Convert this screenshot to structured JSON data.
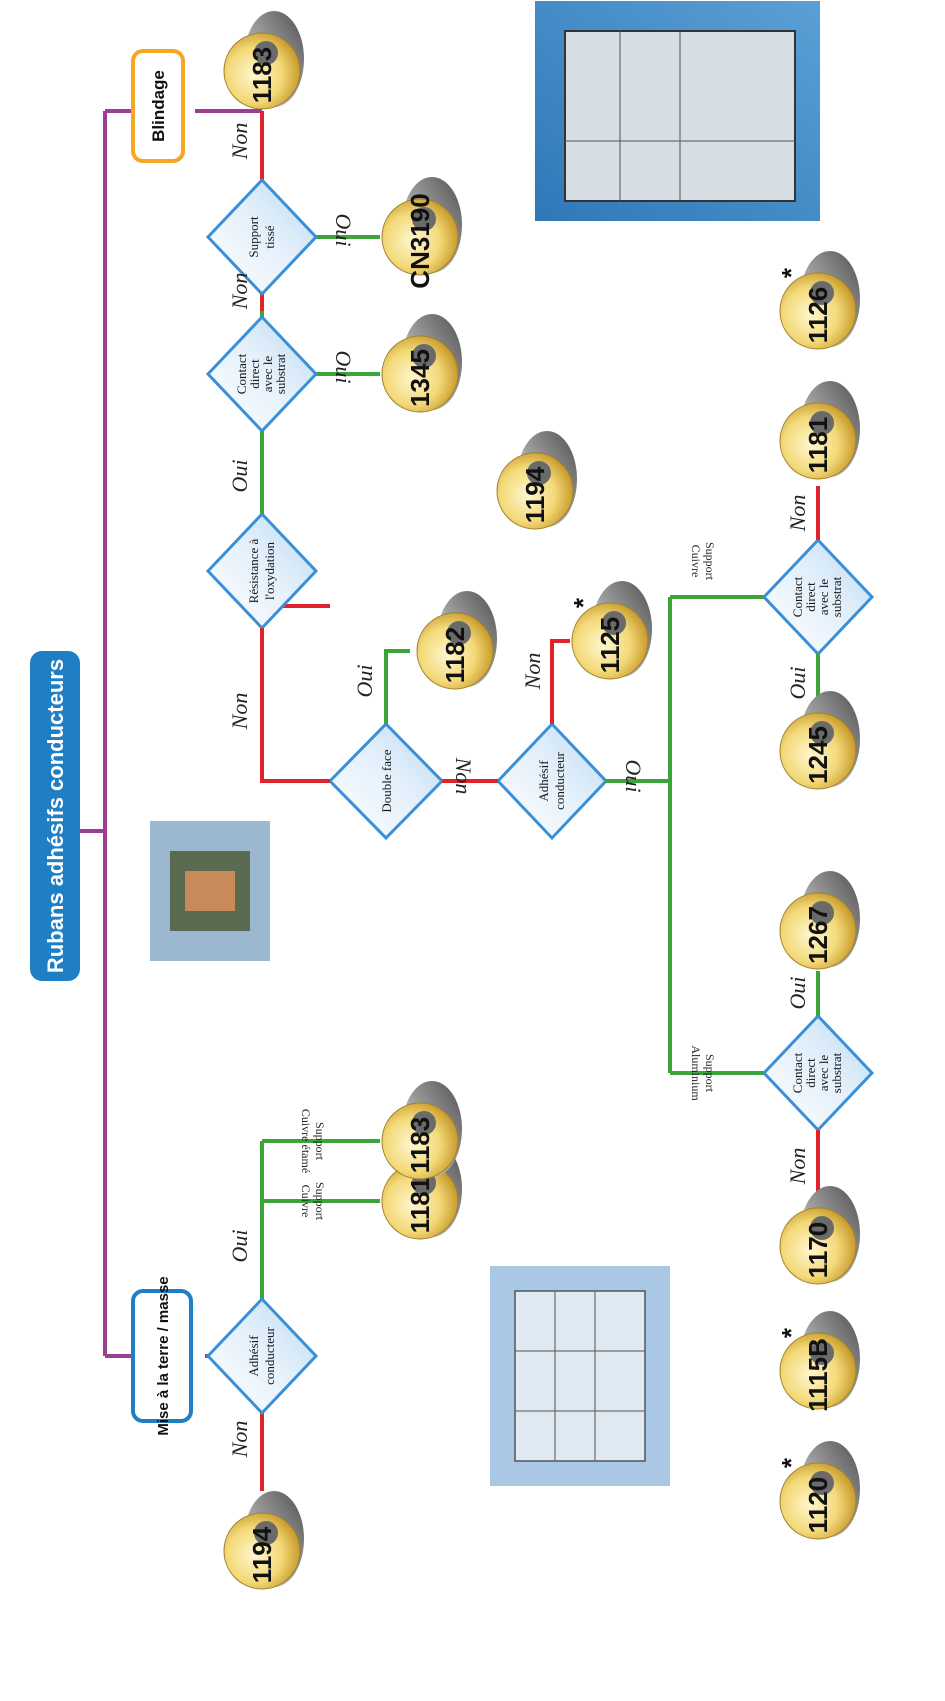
{
  "title": "Rubans adhésifs conducteurs",
  "colors": {
    "title_bg": "#1f7fc4",
    "branch": "#9b3f94",
    "yes": "#3aa63a",
    "no": "#e0232a",
    "diamond": "#3b8fd6",
    "blindage_accent": "#f5a623",
    "masse_accent": "#1f7fc4",
    "photo_bg": "#3a7bb0"
  },
  "categories": {
    "mise_a_la_terre": "Mise à la terre / masse",
    "blindage": "Blindage"
  },
  "decisions": {
    "adhesif_conducteur_1": "Adhésif conducteur",
    "resistance_oxydation": "Résistance à l'oxydation",
    "contact_direct_1": "Contact direct avec le substrat",
    "support_tisse": "Support tissé",
    "double_face": "Double face",
    "adhesif_conducteur_2": "Adhésif conducteur",
    "contact_direct_alu": "Contact direct avec le substrat",
    "contact_direct_cuivre": "Contact direct avec le substrat"
  },
  "edge_labels": {
    "oui": "Oui",
    "non": "Non"
  },
  "supports": {
    "cuivre_etame": "Support Cuivre étamé",
    "cuivre_1": "Support Cuivre",
    "aluminium": "Support Aluminium",
    "cuivre_2": "Support Cuivre"
  },
  "tapes": {
    "t1194_masse": "1194",
    "t1181_masse": "1181",
    "t1183_masse": "1183",
    "t1183_top": "1183",
    "tCN3190": "CN3190",
    "t1345": "1345",
    "t1194_top": "1194",
    "t1182": "1182",
    "t1125": "1125",
    "t1126": "1126",
    "t1181_bottom": "1181",
    "t1245": "1245",
    "t1267": "1267",
    "t1170": "1170",
    "t1115B": "1115B",
    "t1120": "1120"
  },
  "asterisk": "*"
}
